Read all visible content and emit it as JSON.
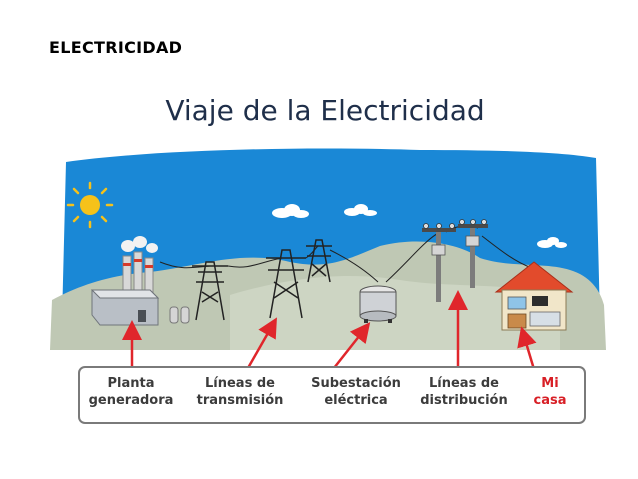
{
  "heading": "ELECTRICIDAD",
  "title": "Viaje de la Electricidad",
  "colors": {
    "sky": "#1a88d6",
    "ground": "#bfc8b4",
    "arrow": "#e0262b",
    "label_text": "#3c3c3c",
    "accent_text": "#d81f26"
  },
  "stages": [
    {
      "label": "Planta\ngeneradora",
      "icon": "power-plant-icon"
    },
    {
      "label": "Líneas de\ntransmisión",
      "icon": "transmission-tower-icon"
    },
    {
      "label": "Subestación\neléctrica",
      "icon": "substation-icon"
    },
    {
      "label": "Líneas de\ndistribución",
      "icon": "utility-pole-icon"
    },
    {
      "label": "Mi\ncasa",
      "icon": "house-icon",
      "highlight": true
    }
  ]
}
